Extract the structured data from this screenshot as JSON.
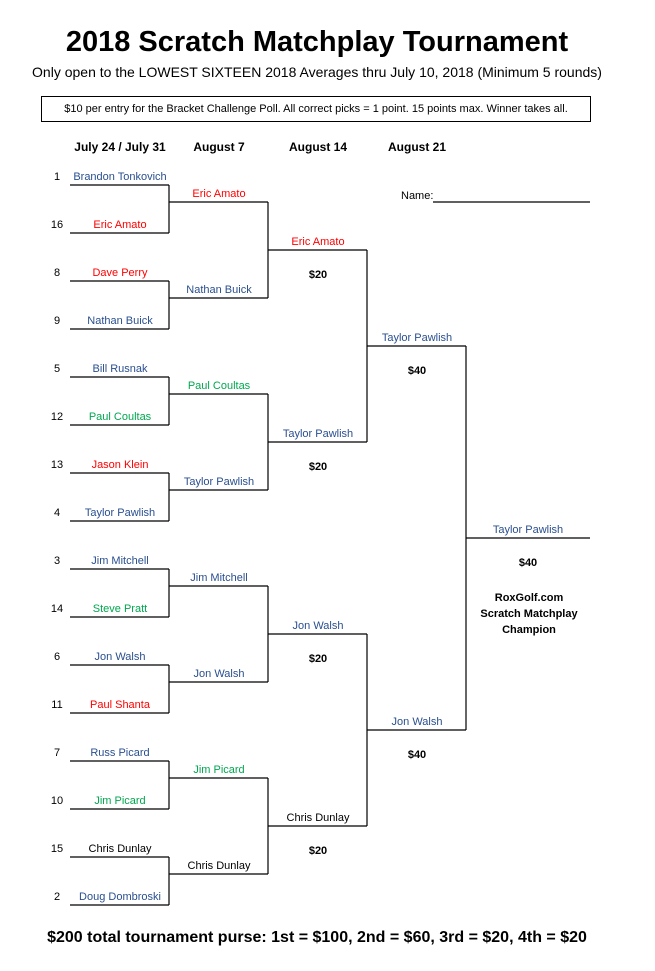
{
  "title": "2018 Scratch Matchplay Tournament",
  "subtitle": "Only open to the LOWEST SIXTEEN 2018 Averages thru July 10, 2018 (Minimum 5 rounds)",
  "notice": "$10 per entry for the Bracket Challenge Poll.  All correct picks = 1 point.  15 points max.  Winner takes all.",
  "headers": [
    "July 24 / July 31",
    "August 7",
    "August 14",
    "August 21"
  ],
  "name_label": "Name:",
  "colors": {
    "blue": "#2a4f8f",
    "red": "#ff0000",
    "green": "#00a84f",
    "black": "#000000"
  },
  "round1": [
    {
      "seed": "1",
      "name": "Brandon Tonkovich",
      "color": "blue"
    },
    {
      "seed": "16",
      "name": "Eric Amato",
      "color": "red"
    },
    {
      "seed": "8",
      "name": "Dave Perry",
      "color": "red"
    },
    {
      "seed": "9",
      "name": "Nathan Buick",
      "color": "blue"
    },
    {
      "seed": "5",
      "name": "Bill Rusnak",
      "color": "blue"
    },
    {
      "seed": "12",
      "name": "Paul Coultas",
      "color": "green"
    },
    {
      "seed": "13",
      "name": "Jason Klein",
      "color": "red"
    },
    {
      "seed": "4",
      "name": "Taylor Pawlish",
      "color": "blue"
    },
    {
      "seed": "3",
      "name": "Jim Mitchell",
      "color": "blue"
    },
    {
      "seed": "14",
      "name": "Steve Pratt",
      "color": "green"
    },
    {
      "seed": "6",
      "name": "Jon Walsh",
      "color": "blue"
    },
    {
      "seed": "11",
      "name": "Paul Shanta",
      "color": "red"
    },
    {
      "seed": "7",
      "name": "Russ Picard",
      "color": "blue"
    },
    {
      "seed": "10",
      "name": "Jim Picard",
      "color": "green"
    },
    {
      "seed": "15",
      "name": "Chris Dunlay",
      "color": "black"
    },
    {
      "seed": "2",
      "name": "Doug Dombroski",
      "color": "blue"
    }
  ],
  "round2": [
    {
      "name": "Eric Amato",
      "color": "red"
    },
    {
      "name": "Nathan Buick",
      "color": "blue"
    },
    {
      "name": "Paul Coultas",
      "color": "green"
    },
    {
      "name": "Taylor Pawlish",
      "color": "blue"
    },
    {
      "name": "Jim Mitchell",
      "color": "blue"
    },
    {
      "name": "Jon Walsh",
      "color": "blue"
    },
    {
      "name": "Jim Picard",
      "color": "green"
    },
    {
      "name": "Chris Dunlay",
      "color": "black"
    }
  ],
  "round3": [
    {
      "name": "Eric Amato",
      "color": "red",
      "prize": "$20"
    },
    {
      "name": "Taylor Pawlish",
      "color": "blue",
      "prize": "$20"
    },
    {
      "name": "Jon Walsh",
      "color": "blue",
      "prize": "$20"
    },
    {
      "name": "Chris Dunlay",
      "color": "black",
      "prize": "$20"
    }
  ],
  "round4": [
    {
      "name": "Taylor Pawlish",
      "color": "blue",
      "prize": "$40"
    },
    {
      "name": "Jon Walsh",
      "color": "blue",
      "prize": "$40"
    }
  ],
  "champion": {
    "name": "Taylor Pawlish",
    "color": "blue",
    "prize": "$40",
    "line1": "RoxGolf.com",
    "line2": "Scratch Matchplay",
    "line3": "Champion"
  },
  "purse": "$200 total tournament purse:  1st = $100, 2nd = $60, 3rd = $20, 4th = $20"
}
